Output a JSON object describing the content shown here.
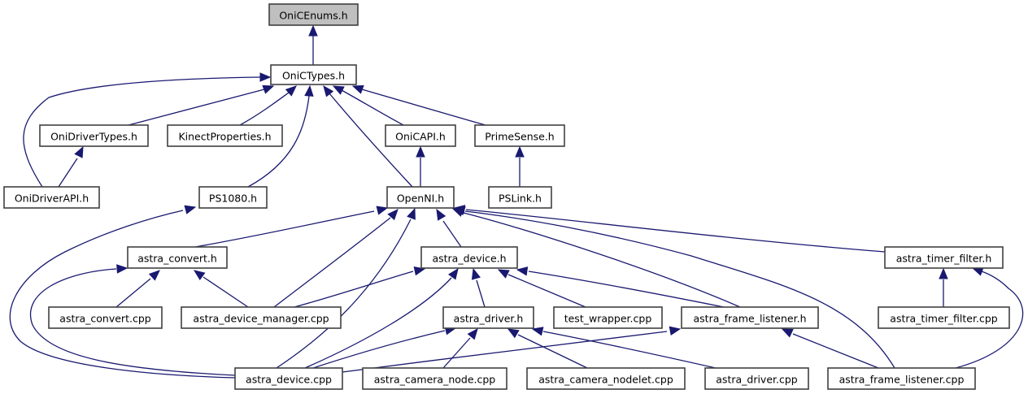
{
  "title": "Include dependency graph for OniCEnums.h",
  "colors": {
    "edge": "#191970",
    "root_fill": "#bfbfbf",
    "node_fill": "#ffffff",
    "node_border": "#404040"
  },
  "nodes": [
    {
      "id": "OniCEnums",
      "label": "OniCEnums.h",
      "root": true
    },
    {
      "id": "OniCTypes",
      "label": "OniCTypes.h"
    },
    {
      "id": "OniDriverTypes",
      "label": "OniDriverTypes.h"
    },
    {
      "id": "KinectProperties",
      "label": "KinectProperties.h"
    },
    {
      "id": "OniCAPI",
      "label": "OniCAPI.h"
    },
    {
      "id": "PrimeSense",
      "label": "PrimeSense.h"
    },
    {
      "id": "OniDriverAPI",
      "label": "OniDriverAPI.h"
    },
    {
      "id": "PS1080",
      "label": "PS1080.h"
    },
    {
      "id": "OpenNI",
      "label": "OpenNI.h"
    },
    {
      "id": "PSLink",
      "label": "PSLink.h"
    },
    {
      "id": "astra_convert_h",
      "label": "astra_convert.h"
    },
    {
      "id": "astra_device_h",
      "label": "astra_device.h"
    },
    {
      "id": "astra_timer_filter_h",
      "label": "astra_timer_filter.h"
    },
    {
      "id": "astra_convert_cpp",
      "label": "astra_convert.cpp"
    },
    {
      "id": "astra_device_manager_cpp",
      "label": "astra_device_manager.cpp"
    },
    {
      "id": "astra_driver_h",
      "label": "astra_driver.h"
    },
    {
      "id": "test_wrapper_cpp",
      "label": "test_wrapper.cpp"
    },
    {
      "id": "astra_frame_listener_h",
      "label": "astra_frame_listener.h"
    },
    {
      "id": "astra_timer_filter_cpp",
      "label": "astra_timer_filter.cpp"
    },
    {
      "id": "astra_device_cpp",
      "label": "astra_device.cpp"
    },
    {
      "id": "astra_camera_node_cpp",
      "label": "astra_camera_node.cpp"
    },
    {
      "id": "astra_camera_nodelet_cpp",
      "label": "astra_camera_nodelet.cpp"
    },
    {
      "id": "astra_driver_cpp",
      "label": "astra_driver.cpp"
    },
    {
      "id": "astra_frame_listener_cpp",
      "label": "astra_frame_listener.cpp"
    }
  ],
  "edges": [
    {
      "from": "OniCTypes",
      "to": "OniCEnums"
    },
    {
      "from": "OniDriverTypes",
      "to": "OniCTypes"
    },
    {
      "from": "KinectProperties",
      "to": "OniCTypes"
    },
    {
      "from": "OniCAPI",
      "to": "OniCTypes"
    },
    {
      "from": "PrimeSense",
      "to": "OniCTypes"
    },
    {
      "from": "OniDriverAPI",
      "to": "OniCTypes"
    },
    {
      "from": "PS1080",
      "to": "OniCTypes"
    },
    {
      "from": "OpenNI",
      "to": "OniCTypes"
    },
    {
      "from": "OniDriverAPI",
      "to": "OniDriverTypes"
    },
    {
      "from": "OpenNI",
      "to": "OniCAPI"
    },
    {
      "from": "PSLink",
      "to": "PrimeSense"
    },
    {
      "from": "astra_device_cpp",
      "to": "PS1080"
    },
    {
      "from": "astra_convert_h",
      "to": "OpenNI"
    },
    {
      "from": "astra_device_manager_cpp",
      "to": "OpenNI"
    },
    {
      "from": "astra_device_cpp",
      "to": "OpenNI"
    },
    {
      "from": "astra_device_h",
      "to": "OpenNI"
    },
    {
      "from": "astra_frame_listener_h",
      "to": "OpenNI"
    },
    {
      "from": "astra_frame_listener_cpp",
      "to": "OpenNI"
    },
    {
      "from": "astra_timer_filter_h",
      "to": "OpenNI"
    },
    {
      "from": "astra_convert_cpp",
      "to": "astra_convert_h"
    },
    {
      "from": "astra_device_manager_cpp",
      "to": "astra_convert_h"
    },
    {
      "from": "astra_device_cpp",
      "to": "astra_convert_h"
    },
    {
      "from": "astra_device_manager_cpp",
      "to": "astra_device_h"
    },
    {
      "from": "astra_device_cpp",
      "to": "astra_device_h"
    },
    {
      "from": "astra_driver_h",
      "to": "astra_device_h"
    },
    {
      "from": "test_wrapper_cpp",
      "to": "astra_device_h"
    },
    {
      "from": "astra_frame_listener_h",
      "to": "astra_device_h"
    },
    {
      "from": "astra_device_cpp",
      "to": "astra_driver_h"
    },
    {
      "from": "astra_camera_node_cpp",
      "to": "astra_driver_h"
    },
    {
      "from": "astra_camera_nodelet_cpp",
      "to": "astra_driver_h"
    },
    {
      "from": "astra_driver_cpp",
      "to": "astra_driver_h"
    },
    {
      "from": "astra_device_cpp",
      "to": "astra_frame_listener_h"
    },
    {
      "from": "astra_frame_listener_cpp",
      "to": "astra_frame_listener_h"
    },
    {
      "from": "astra_timer_filter_cpp",
      "to": "astra_timer_filter_h"
    },
    {
      "from": "astra_frame_listener_cpp",
      "to": "astra_timer_filter_h"
    }
  ]
}
